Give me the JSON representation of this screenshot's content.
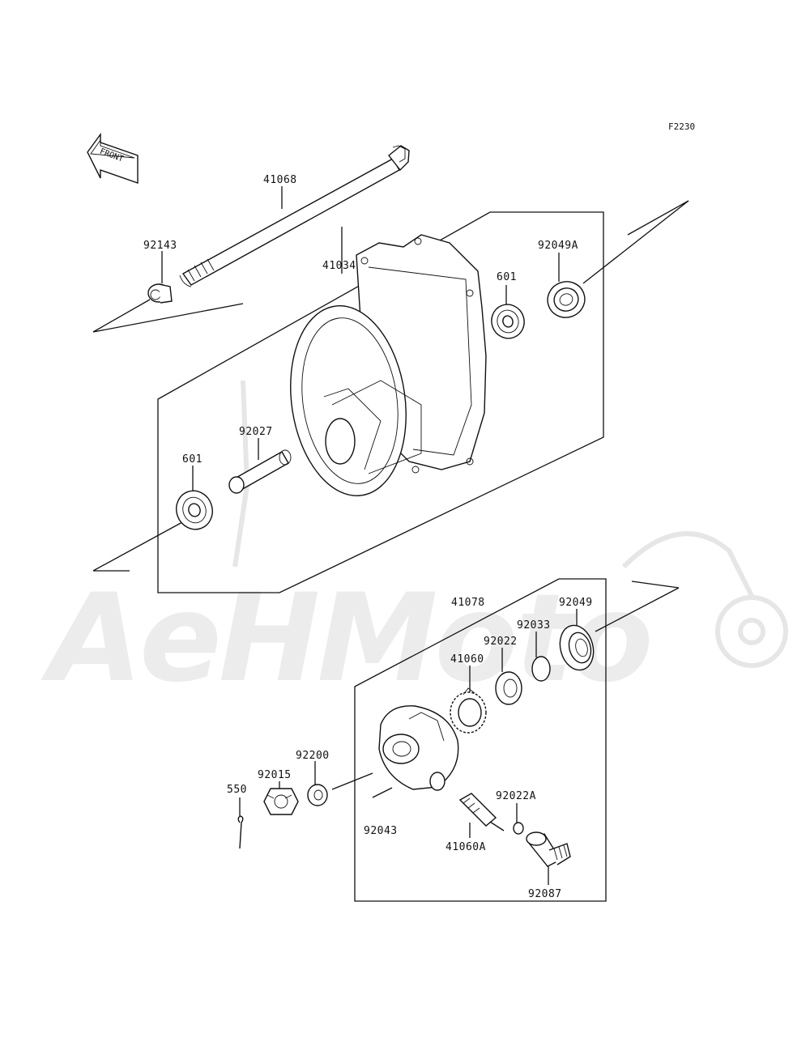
{
  "figure_code": "F2230",
  "front_marker": "FRONT",
  "watermark": "AeHMoto",
  "labels": {
    "p41068": "41068",
    "p92143": "92143",
    "p41034": "41034",
    "p92049A": "92049A",
    "p601_top": "601",
    "p92027": "92027",
    "p601_left": "601",
    "p41078": "41078",
    "p92049": "92049",
    "p92033": "92033",
    "p92022": "92022",
    "p41060": "41060",
    "p92200": "92200",
    "p92015": "92015",
    "p550": "550",
    "p92043": "92043",
    "p92022A": "92022A",
    "p41060A": "41060A",
    "p92087": "92087"
  }
}
